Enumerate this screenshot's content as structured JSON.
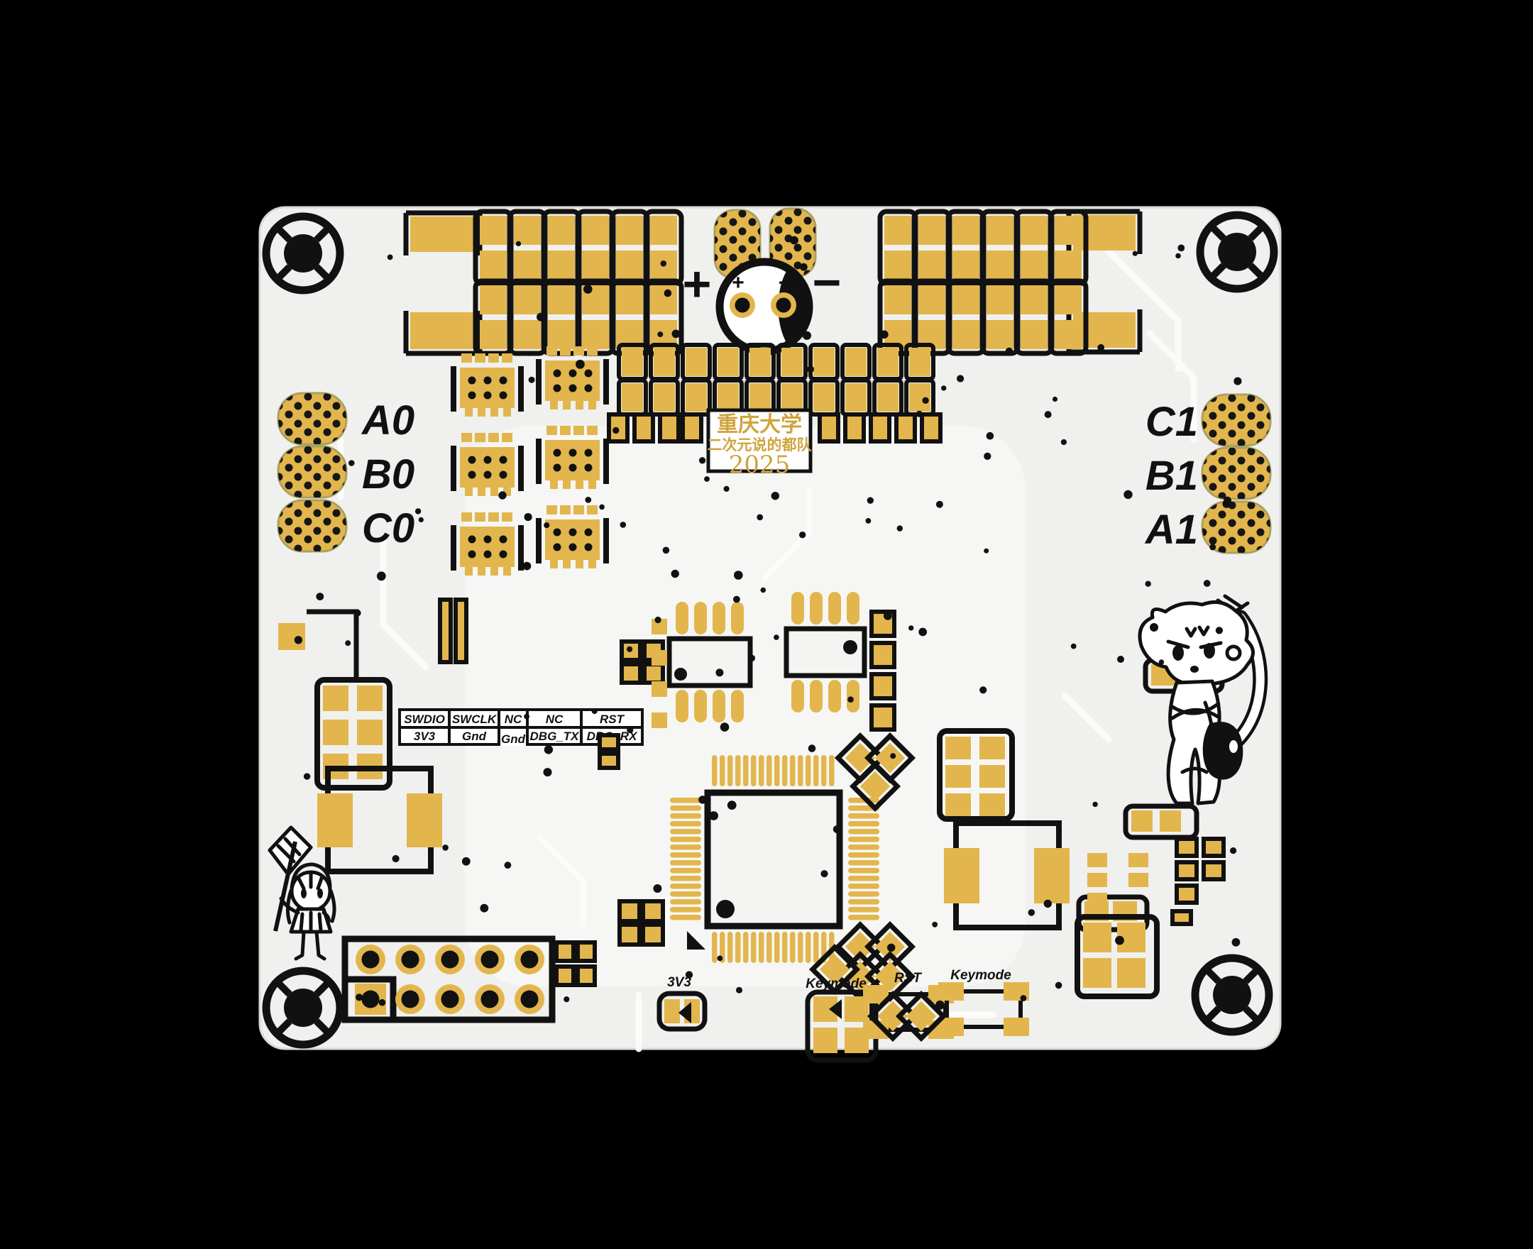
{
  "labels": {
    "a0": "A0",
    "b0": "B0",
    "c0": "C0",
    "c1": "C1",
    "b1": "B1",
    "a1": "A1",
    "plus": "+",
    "minus": "−",
    "plus_small": "+",
    "minus_small": "-",
    "v33_bottom": "3V3",
    "keymode_left": "Keymode",
    "rst_button": "RST",
    "keymode_right": "Keymode"
  },
  "title_block": {
    "university": "重庆大学",
    "team": "二次元说的都队",
    "year": "2025"
  },
  "debug_header": {
    "rows": [
      [
        "SWDIO",
        "SWCLK",
        "NC",
        "NC",
        "RST"
      ],
      [
        "3V3",
        "Gnd",
        "Gnd",
        "DBG_TX",
        "DBG_RX"
      ]
    ]
  },
  "colors": {
    "background": "#000000",
    "board": "#f0f0ee",
    "copper": "#e2b64d",
    "silkscreen": "#111111",
    "gold_text": "#cfa43c"
  }
}
